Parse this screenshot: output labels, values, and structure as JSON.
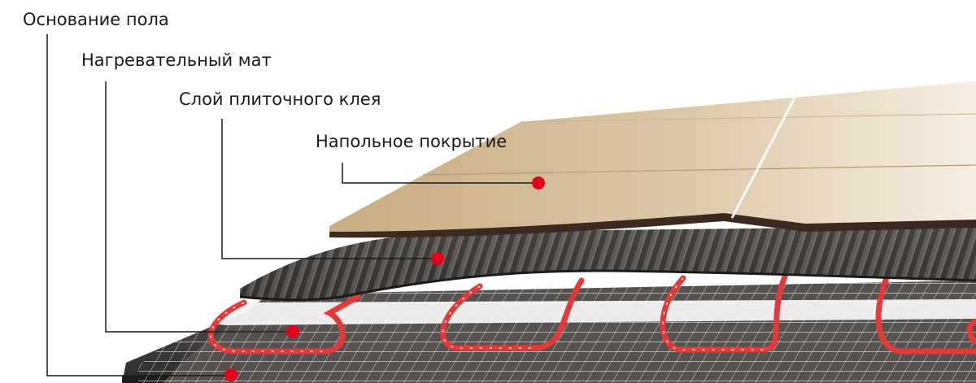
{
  "diagram": {
    "layers": [
      {
        "id": "base",
        "label": "Основание пола"
      },
      {
        "id": "mat",
        "label": "Нагревательный мат"
      },
      {
        "id": "glue",
        "label": "Слой плиточного клея"
      },
      {
        "id": "cover",
        "label": "Напольное покрытие"
      }
    ]
  },
  "colors": {
    "marker": "#e3001b",
    "cable": "#e23a3a",
    "tile": "#d8c3a2",
    "glue": "#3b3938",
    "base": "#4a4846",
    "mesh": "#ffffff"
  }
}
